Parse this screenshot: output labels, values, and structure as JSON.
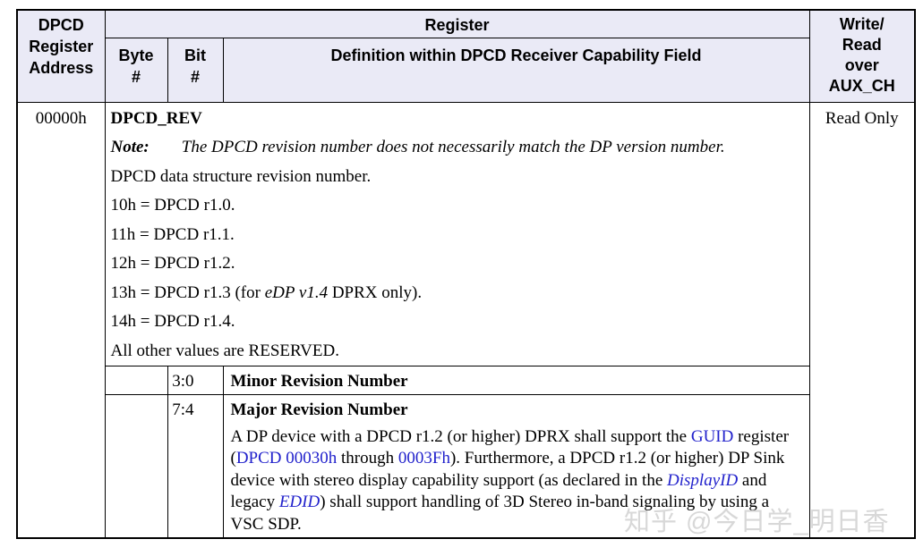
{
  "colors": {
    "header_bg": "#EAEAF6",
    "border_color": "#000000",
    "link_blue": "#2222CC",
    "watermark_gray": "#D8D8D8"
  },
  "header": {
    "register_address_lines": [
      "DPCD",
      "Register",
      "Address"
    ],
    "register": "Register",
    "byte_lines": [
      "Byte",
      "#"
    ],
    "bit_lines": [
      "Bit",
      "#"
    ],
    "definition": "Definition within DPCD Receiver Capability Field",
    "aux_lines": [
      "Write/",
      "Read",
      "over",
      "AUX_CH"
    ]
  },
  "body": {
    "address": "00000h",
    "access": "Read Only",
    "register_name": "DPCD_REV",
    "note_label": "Note:",
    "note_text": "The DPCD revision number does not necessarily match the DP version number.",
    "description": "DPCD data structure revision number.",
    "values": [
      "10h = DPCD r1.0.",
      "11h = DPCD r1.1.",
      "12h = DPCD r1.2."
    ],
    "value_13_pre": "13h = DPCD r1.3 (for ",
    "value_13_italic": "eDP v1.4",
    "value_13_post": " DPRX only).",
    "value_14": "14h = DPCD r1.4.",
    "reserved": "All other values are RESERVED.",
    "fields": [
      {
        "bits": "3:0",
        "name": "Minor Revision Number"
      },
      {
        "bits": "7:4",
        "name": "Major Revision Number"
      }
    ],
    "major_desc": {
      "p1": "A DP device with a DPCD r1.2 (or higher) DPRX shall support the ",
      "link1": "GUID",
      "p2": " register (",
      "link2": "DPCD 00030h",
      "p3": " through ",
      "link3": "0003Fh",
      "p4": "). Furthermore, a DPCD r1.2 (or higher) DP Sink device with stereo display capability support (as declared in the ",
      "link4": "DisplayID",
      "p5": " and legacy ",
      "link5": "EDID",
      "p6": ") shall support handling of 3D Stereo in-band signaling by using a VSC SDP."
    }
  },
  "watermark": "知乎 @今日学_明日香"
}
